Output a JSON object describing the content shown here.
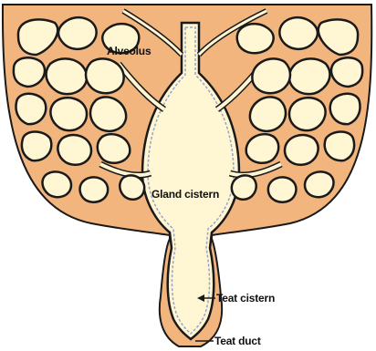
{
  "diagram": {
    "labels": {
      "alveolus": "Alveolus",
      "gland_cistern": "Gland cistern",
      "teat_cistern": "Teat cistern",
      "teat_duct": "Teat duct"
    }
  },
  "colors": {
    "udder_fill": "#F2B57E",
    "lumen_fill": "#FFF6D4",
    "outline": "#1A1A1A",
    "epithelium": "#9AA3C8"
  }
}
